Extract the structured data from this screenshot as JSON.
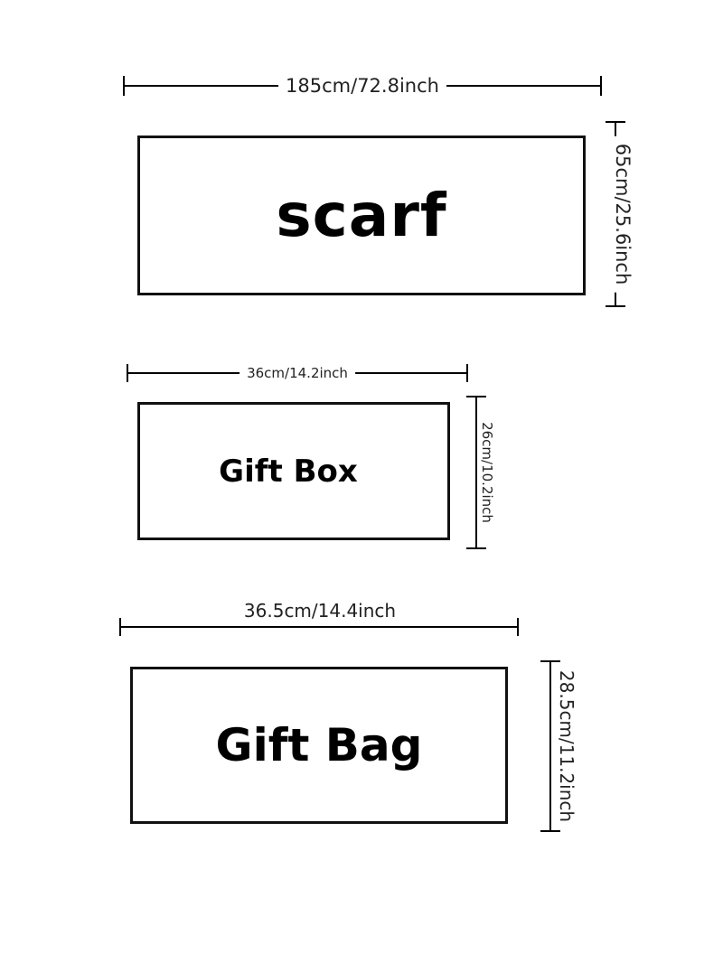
{
  "scarf": {
    "name": "scarf",
    "width_label": "185cm/72.8inch",
    "height_label": "65cm/25.6inch"
  },
  "gift_box": {
    "name": "Gift Box",
    "width_label": "36cm/14.2inch",
    "height_label": "26cm/10.2inch"
  },
  "gift_bag": {
    "name": "Gift Bag",
    "width_label": "36.5cm/14.4inch",
    "height_label": "28.5cm/11.2inch"
  }
}
